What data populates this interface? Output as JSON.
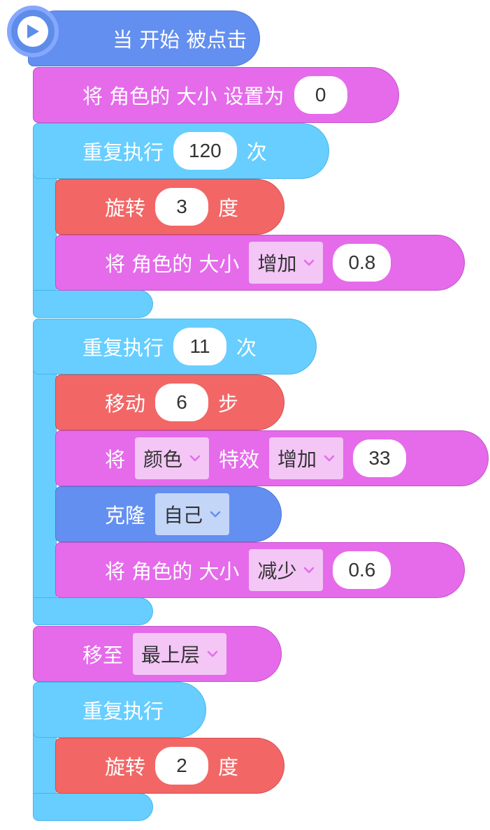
{
  "blocks": {
    "hat": {
      "label": "当 开始 被点击"
    },
    "set_size": {
      "label": "将 角色的 大小 设置为",
      "value": "0"
    },
    "repeat1": {
      "label": "重复执行",
      "count": "120",
      "suffix": "次"
    },
    "turn1": {
      "label": "旋转",
      "value": "3",
      "suffix": "度"
    },
    "change_size1": {
      "label": "将 角色的 大小",
      "op": "增加",
      "value": "0.8"
    },
    "repeat2": {
      "label": "重复执行",
      "count": "11",
      "suffix": "次"
    },
    "move": {
      "label": "移动",
      "value": "6",
      "suffix": "步"
    },
    "effect": {
      "prefix": "将",
      "effect": "颜色",
      "mid": "特效",
      "op": "增加",
      "value": "33"
    },
    "clone": {
      "label": "克隆",
      "target": "自己"
    },
    "change_size2": {
      "label": "将 角色的 大小",
      "op": "减少",
      "value": "0.6"
    },
    "goto_layer": {
      "label": "移至",
      "layer": "最上层"
    },
    "forever": {
      "label": "重复执行"
    },
    "turn2": {
      "label": "旋转",
      "value": "2",
      "suffix": "度"
    }
  },
  "colors": {
    "looks": "#e56beb",
    "motion": "#f26766",
    "control": "#67ceff",
    "events": "#638ff0"
  },
  "icons": {
    "hat": "play-icon",
    "dropdown": "chevron-down-icon"
  }
}
